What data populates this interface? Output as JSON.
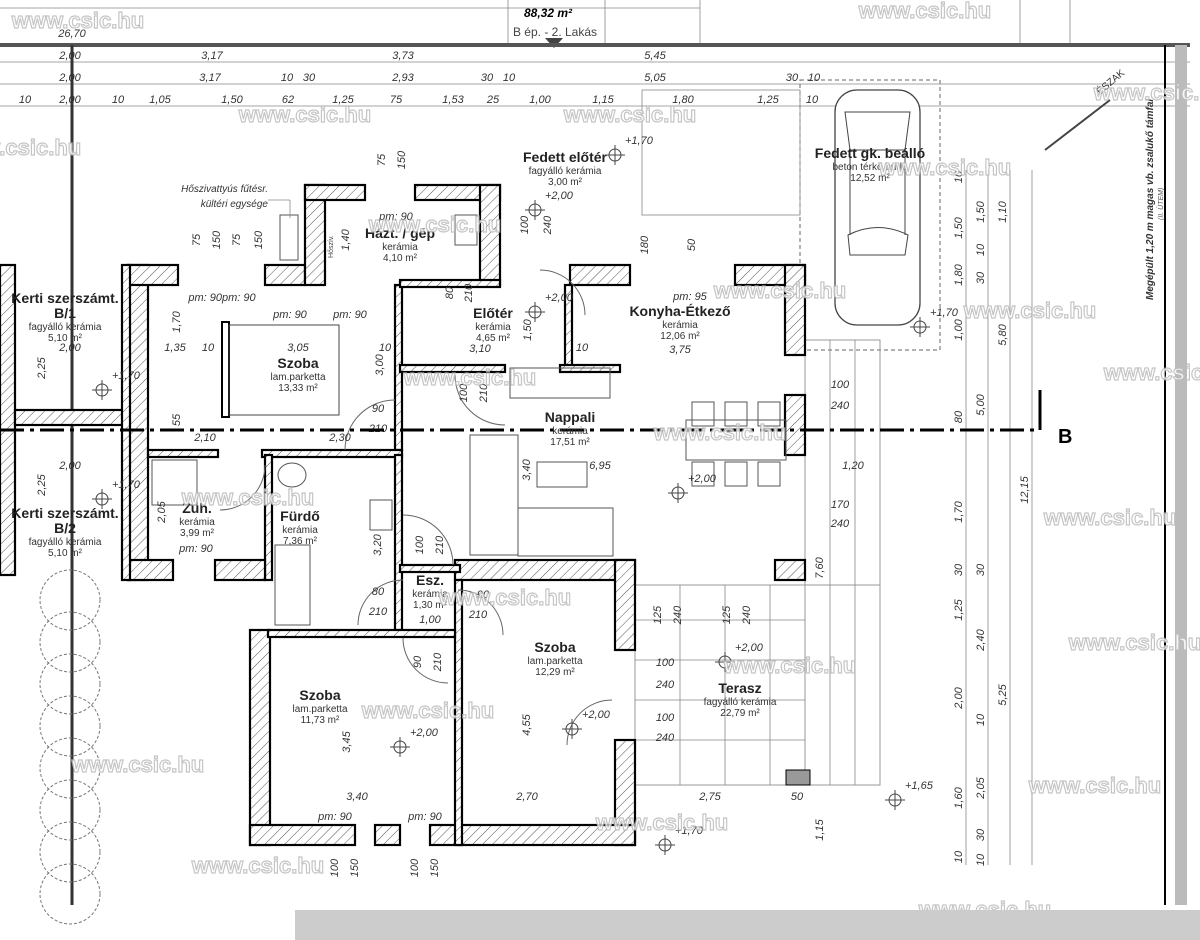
{
  "header": {
    "area": "88,32 m²",
    "unit_name": "B ép. - 2. Lakás",
    "overall_width": "26,70"
  },
  "dims": {
    "top_row1": [
      "2,00",
      "3,17",
      "3,73",
      "5,45"
    ],
    "top_row2": [
      "2,00",
      "3,17",
      "10",
      "30",
      "2,93",
      "30",
      "10",
      "5,05",
      "30",
      "10"
    ],
    "top_row3": [
      "10",
      "2,00",
      "10",
      "1,05",
      "1,50",
      "62",
      "1,25",
      "75",
      "1,53",
      "25",
      "1,00",
      "1,15",
      "1,80",
      "1,25",
      "10"
    ],
    "right_col1": [
      "10",
      "1,50",
      "1,80",
      "1,00",
      "80",
      "1,70",
      "30",
      "1,25",
      "2,00",
      "1,60",
      "10"
    ],
    "right_col2": [
      "1,50",
      "30",
      "10",
      "5,00",
      "30",
      "2,40",
      "10",
      "2,05",
      "10",
      "30"
    ],
    "right_col3": [
      "1,10",
      "5,80",
      "5,25"
    ],
    "right_col4": [
      "12,15"
    ],
    "interior": [
      "75",
      "150",
      "75",
      "150",
      "75",
      "150",
      "pm: 90pm: 90",
      "3,05",
      "3,00",
      "90",
      "210",
      "1,35",
      "10",
      "10",
      "80",
      "210",
      "3,10",
      "1,50",
      "10",
      "3,75",
      "100",
      "210",
      "2,10",
      "2,30",
      "2,00",
      "3,40",
      "6,95",
      "1,20",
      "100",
      "240",
      "170",
      "240",
      "7,60",
      "2,05",
      "3,20",
      "100",
      "210",
      "80",
      "210",
      "1,00",
      "90",
      "210",
      "125",
      "240",
      "125",
      "240",
      "100",
      "240",
      "100",
      "240",
      "90",
      "210",
      "4,55",
      "3,45",
      "3,40",
      "2,70",
      "2,75",
      "50",
      "pm: 90",
      "pm: 90",
      "1,15",
      "100",
      "150",
      "100",
      "150",
      "180",
      "50",
      "100",
      "240",
      "1,40",
      "pm: 90",
      "pm: 90",
      "2,25",
      "2,25",
      "2,00",
      "1,70",
      "55"
    ]
  },
  "rooms": [
    {
      "name": "Házt. / gép",
      "floor": "kerámia",
      "area": "4,10 m²"
    },
    {
      "name": "Fedett előtér",
      "floor": "fagyálló kerámia",
      "area": "3,00 m²"
    },
    {
      "name": "Fedett gk. beálló",
      "floor": "beton térkő burk.",
      "area": "12,52 m²"
    },
    {
      "name": "Előtér",
      "floor": "kerámia",
      "area": "4,65 m²"
    },
    {
      "name": "Konyha-Étkező",
      "floor": "kerámia",
      "area": "12,06 m²"
    },
    {
      "name": "Szoba",
      "floor": "lam.parketta",
      "area": "13,33 m²"
    },
    {
      "name": "Nappali",
      "floor": "kerámia",
      "area": "17,51 m²"
    },
    {
      "name": "Kerti szerszámt. B/1",
      "floor": "fagyálló kerámia",
      "area": "5,10 m²"
    },
    {
      "name": "Kerti szerszámt. B/2",
      "floor": "fagyálló kerámia",
      "area": "5,10 m²"
    },
    {
      "name": "Zuh.",
      "floor": "kerámia",
      "area": "3,99 m²"
    },
    {
      "name": "Fürdő",
      "floor": "kerámia",
      "area": "7,36 m²"
    },
    {
      "name": "Esz.",
      "floor": "kerámia",
      "area": "1,30 m²"
    },
    {
      "name": "Szoba",
      "floor": "lam.parketta",
      "area": "12,29 m²"
    },
    {
      "name": "Szoba",
      "floor": "lam.parketta",
      "area": "11,73 m²"
    },
    {
      "name": "Terasz",
      "floor": "fagyálló kerámia",
      "area": "22,79 m²"
    }
  ],
  "levels": [
    "+1,70",
    "+2,00",
    "+2,00",
    "+1,70",
    "+1,70",
    "+1,70",
    "+2,00",
    "+2,00",
    "+2,00",
    "+2,00",
    "+1,65",
    "+1,70"
  ],
  "notes": {
    "heat_pump_1": "Hőszivattyús fűtésr.",
    "heat_pump_2": "kültéri egysége",
    "boiler": "Hőszív.",
    "retaining_wall": "Megépült 1,20 m magas vb. zsalukő támfal",
    "retaining_wall_sub": "(II. ÜTEM)",
    "north": "ÉSZAK",
    "section": "B",
    "pm95": "pm: 95",
    "pm90a": "pm: 90",
    "pm90b": "pm: 90"
  },
  "watermark": "www.csic.hu"
}
